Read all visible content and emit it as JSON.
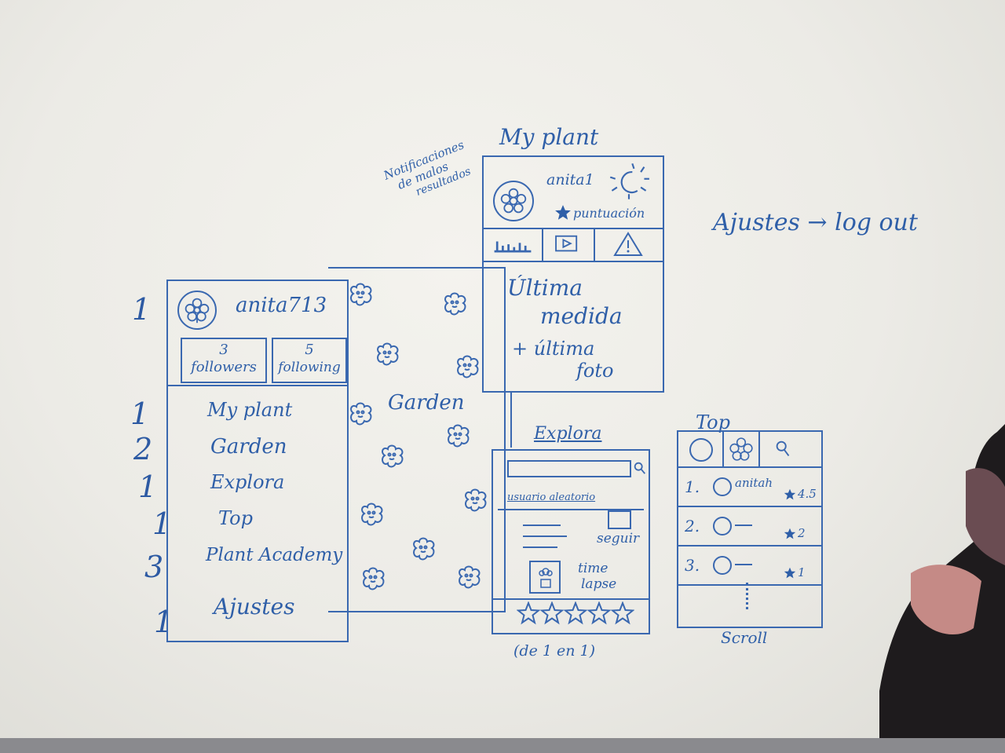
{
  "titles": {
    "my_plant": "My plant",
    "explora": "Explora",
    "top": "Top",
    "garden": "Garden"
  },
  "annotations": {
    "notifications_line1": "Notificaciones",
    "notifications_line2": "de malos",
    "notifications_line3": "resultados",
    "settings_flow": "Ajustes → log out",
    "one_by_one": "(de 1 en 1)",
    "scroll": "Scroll"
  },
  "priorities": [
    "1",
    "1",
    "2",
    "1",
    "1",
    "3",
    "1"
  ],
  "profile": {
    "username": "anita713",
    "followers_count": "3",
    "followers_label": "followers",
    "following_count": "5",
    "following_label": "following"
  },
  "menu": [
    "My plant",
    "Garden",
    "Explora",
    "Top",
    "Plant Academy",
    "Ajustes"
  ],
  "my_plant_screen": {
    "username": "anita1",
    "score_label": "puntuación",
    "last_measure_line1": "Última",
    "last_measure_line2": "medida",
    "last_photo_line1": "+ última",
    "last_photo_line2": "foto"
  },
  "explora_screen": {
    "random_user": "usuario aleatorio",
    "follow": "seguir",
    "timelapse_line1": "time",
    "timelapse_line2": "lapse"
  },
  "top_screen": {
    "rows": [
      {
        "rank": "1.",
        "name": "anitah",
        "score": "4.5"
      },
      {
        "rank": "2.",
        "name": "",
        "score": "2"
      },
      {
        "rank": "3.",
        "name": "",
        "score": "1"
      }
    ]
  },
  "colors": {
    "ink": "#2f5fa8",
    "board": "#ecebe6"
  },
  "icons": [
    "flower-icon",
    "sun-icon",
    "star-icon",
    "chart-icon",
    "play-icon",
    "warning-icon",
    "search-icon",
    "arrow-icon"
  ]
}
